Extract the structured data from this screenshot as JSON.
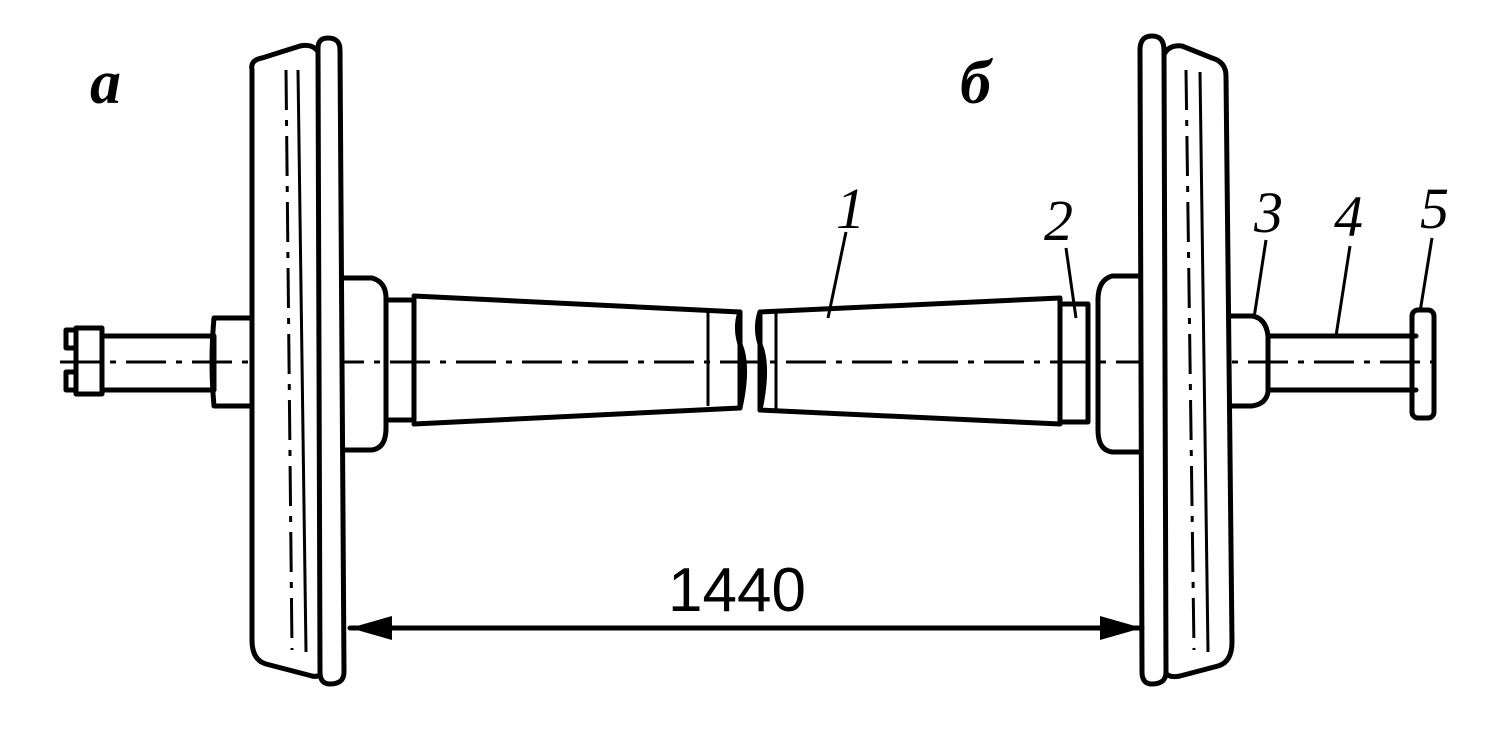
{
  "figure": {
    "view_labels": {
      "a": "а",
      "b": "б"
    },
    "part_labels": [
      "1",
      "2",
      "3",
      "4",
      "5"
    ],
    "dimension": {
      "value": "1440"
    }
  }
}
